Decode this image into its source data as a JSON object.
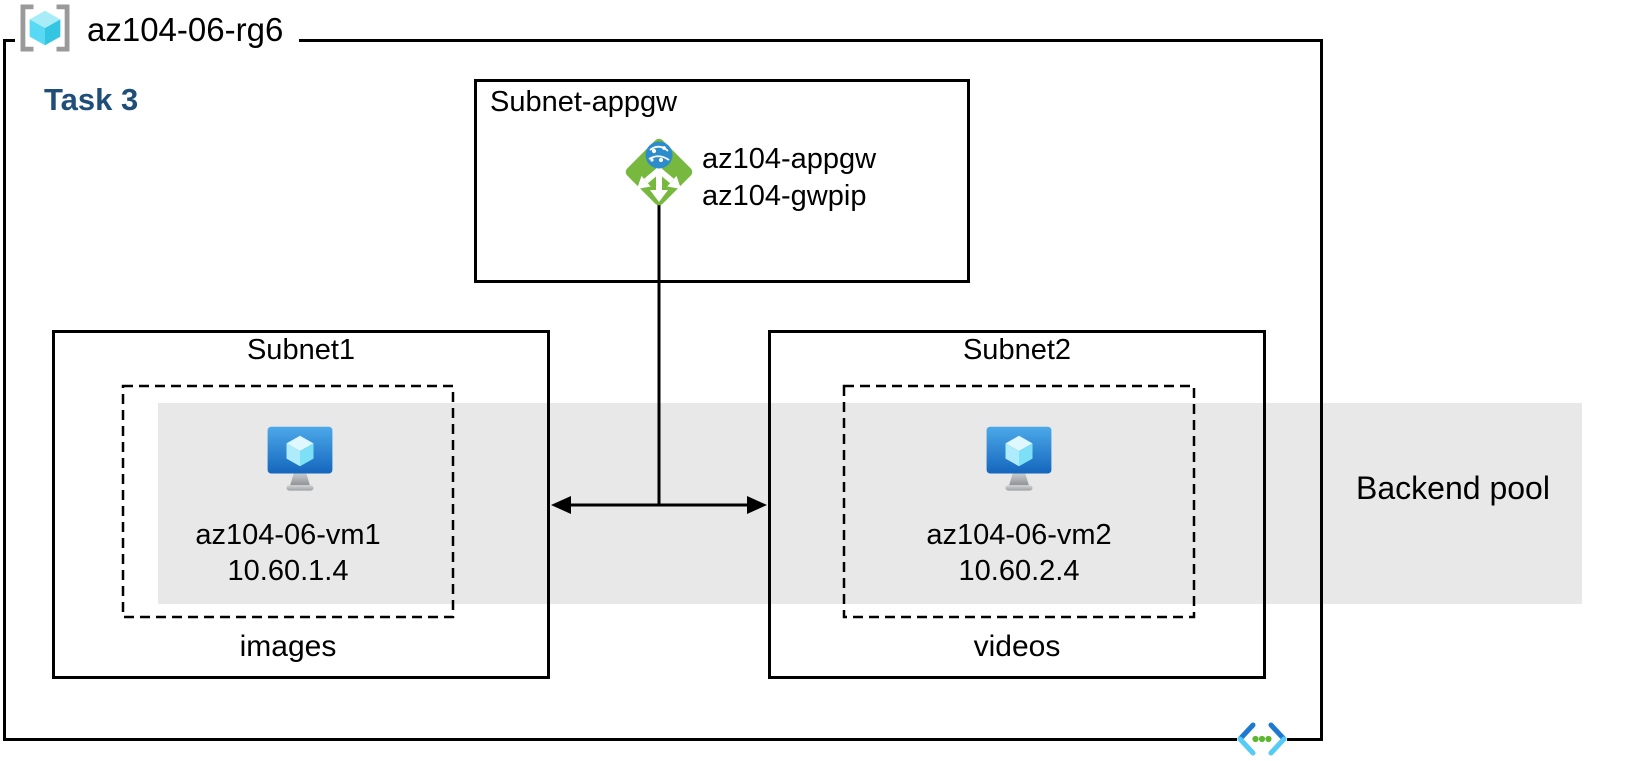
{
  "resource_group": {
    "name": "az104-06-rg6"
  },
  "task": {
    "label": "Task 3"
  },
  "appgw_subnet": {
    "title": "Subnet-appgw",
    "gateway_name": "az104-appgw",
    "gateway_pip": "az104-gwpip"
  },
  "subnet1": {
    "title": "Subnet1",
    "vm_name": "az104-06-vm1",
    "vm_ip": "10.60.1.4",
    "storage_label": "images"
  },
  "subnet2": {
    "title": "Subnet2",
    "vm_name": "az104-06-vm2",
    "vm_ip": "10.60.2.4",
    "storage_label": "videos"
  },
  "backend_pool": {
    "label": "Backend pool"
  },
  "icons": {
    "resource_group": "resource-group-icon",
    "application_gateway": "application-gateway-icon",
    "virtual_machine": "virtual-machine-icon",
    "virtual_network": "virtual-network-icon"
  },
  "colors": {
    "task_text": "#1F4E79",
    "backend_pool_band": "#E8E8E8",
    "line_black": "#000000",
    "appgw_green": "#77B93E",
    "globe_blue": "#2C8CCC",
    "vm_screen_top": "#4CA9E9",
    "vm_screen_bottom": "#1566BD",
    "cube_top": "#A8ECF8",
    "cube_left": "#58DAF4",
    "cube_right": "#33C5E2",
    "rg_bracket_gray": "#9A9A9A",
    "vnet_dark_blue": "#1E79D0",
    "vnet_cyan": "#55CBF5",
    "vnet_dot_green": "#5CB72F"
  }
}
